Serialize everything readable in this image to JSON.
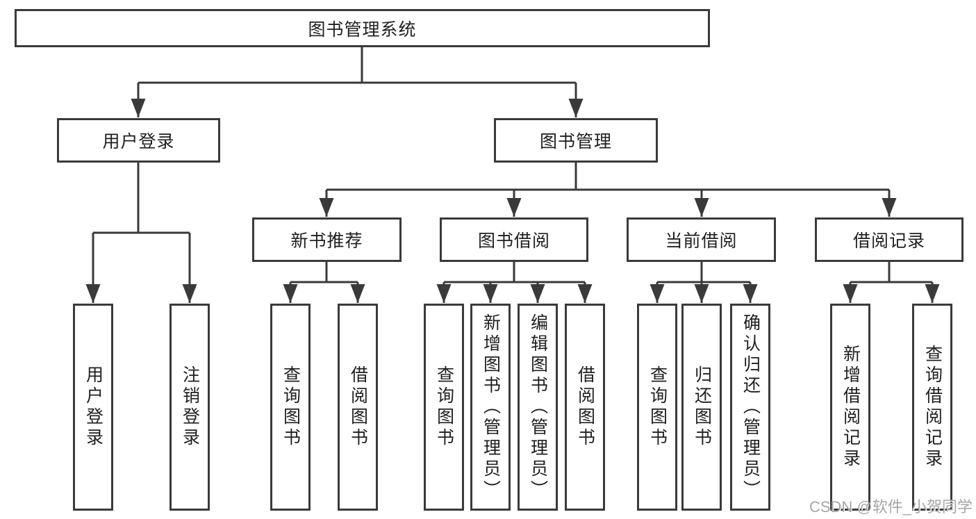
{
  "diagram": {
    "root": {
      "label": "图书管理系统"
    },
    "branches": [
      {
        "label": "用户登录",
        "children": [
          {
            "label": "用户登录"
          },
          {
            "label": "注销登录"
          }
        ]
      },
      {
        "label": "图书管理",
        "children": [
          {
            "label": "新书推荐",
            "children": [
              {
                "label": "查询图书"
              },
              {
                "label": "借阅图书"
              }
            ]
          },
          {
            "label": "图书借阅",
            "children": [
              {
                "label": "查询图书"
              },
              {
                "label": "新增图书（管理员）"
              },
              {
                "label": "编辑图书（管理员）"
              },
              {
                "label": "借阅图书"
              }
            ]
          },
          {
            "label": "当前借阅",
            "children": [
              {
                "label": "查询图书"
              },
              {
                "label": "归还图书"
              },
              {
                "label": "确认归还（管理员）"
              }
            ]
          },
          {
            "label": "借阅记录",
            "children": [
              {
                "label": "新增借阅记录"
              },
              {
                "label": "查询借阅记录"
              }
            ]
          }
        ]
      }
    ]
  },
  "watermark": {
    "text": "CSDN @软件_小贺同学"
  },
  "colors": {
    "line": "#3a3a3a",
    "box_border": "#3a3a3a",
    "text": "#1f1f1f",
    "watermark": "#a6a6a6"
  }
}
